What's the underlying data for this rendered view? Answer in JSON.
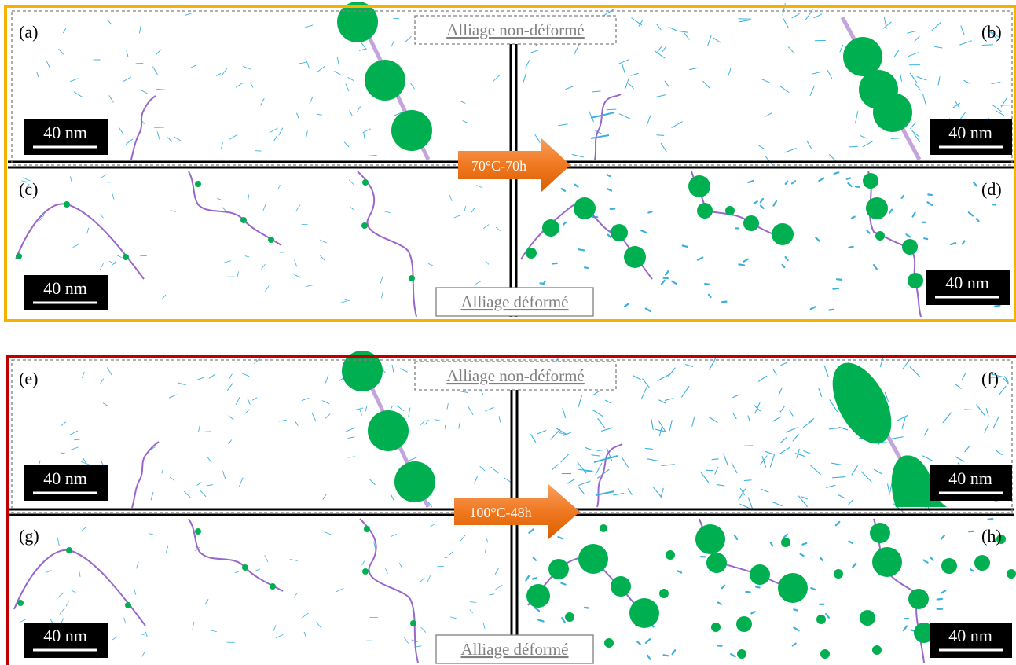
{
  "colors": {
    "precipitate": "#00b050",
    "dislocation": "#9966cc",
    "dislocation_thick": "#c3a4dd",
    "cluster_dash": "#3ab0e0",
    "frame_top": "#f5b300",
    "frame_bottom": "#c00000",
    "arrow": "#f07820",
    "divider": "#000000"
  },
  "groups": [
    {
      "frame": "frame_top",
      "undeformed_label": "Alliage non-déformé",
      "deformed_label": "Alliage déformé",
      "treatment_label": "70°C-70h",
      "panels": [
        {
          "id": "a",
          "label": "(a)",
          "scale": "40 nm"
        },
        {
          "id": "b",
          "label": "(b)",
          "scale": "40 nm"
        },
        {
          "id": "c",
          "label": "(c)",
          "scale": "40 nm"
        },
        {
          "id": "d",
          "label": "(d)",
          "scale": "40 nm"
        }
      ]
    },
    {
      "frame": "frame_bottom",
      "undeformed_label": "Alliage non-déformé",
      "deformed_label": "Alliage déformé",
      "treatment_label": "100°C-48h",
      "panels": [
        {
          "id": "e",
          "label": "(e)",
          "scale": "40 nm"
        },
        {
          "id": "f",
          "label": "(f)",
          "scale": "40 nm"
        },
        {
          "id": "g",
          "label": "(g)",
          "scale": "40 nm"
        },
        {
          "id": "h",
          "label": "(h)",
          "scale": "40 nm"
        }
      ]
    }
  ]
}
